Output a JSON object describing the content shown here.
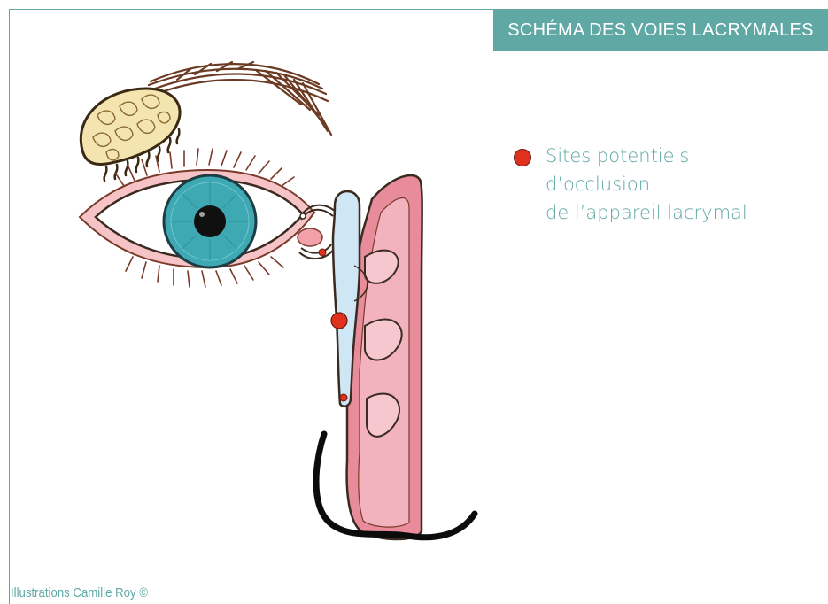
{
  "title": "SCHÉMA DES VOIES LACRYMALES",
  "legend": {
    "marker_color": "#e0311c",
    "lines": [
      "Sites potentiels",
      "d’occlusion",
      "de l’appareil lacrymal"
    ]
  },
  "credit": "Illustrations Camille Roy ©",
  "colors": {
    "accent": "#5fa8a4",
    "iris": "#3fa9b3",
    "nasal_tissue": "#e88c9c",
    "lacrimal_duct": "#cfe6f5",
    "occlusion_site": "#e0311c"
  }
}
